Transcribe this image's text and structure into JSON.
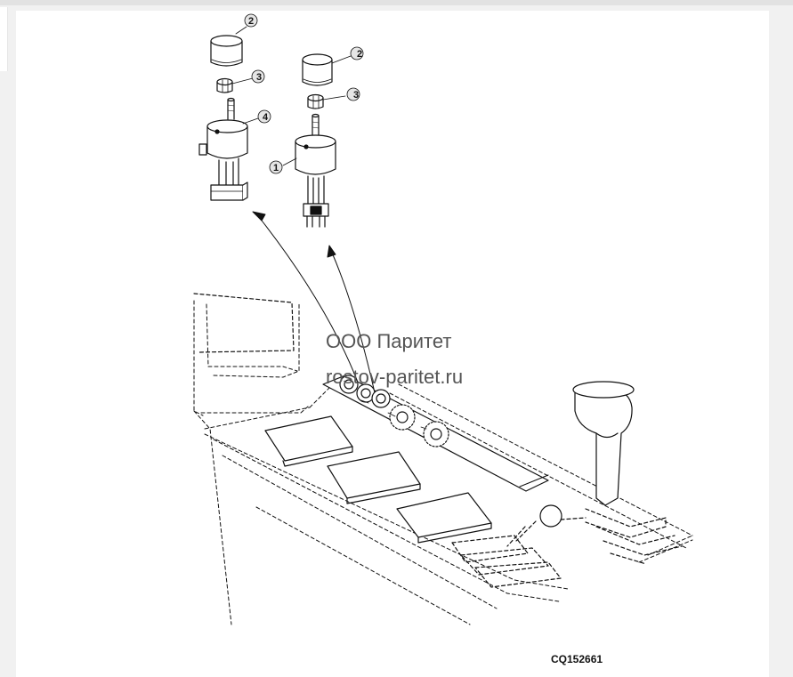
{
  "watermark": {
    "line1": "ООО Паритет",
    "line2": "rostov-paritet.ru"
  },
  "figure_code": "CQ152661",
  "callouts": {
    "knob_left": "2",
    "nut_left": "3",
    "switch_left": "4",
    "knob_right": "2",
    "nut_right": "3",
    "switch_right": "1"
  }
}
